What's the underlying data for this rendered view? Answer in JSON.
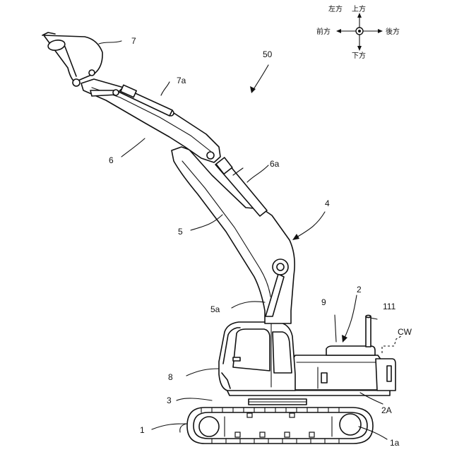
{
  "compass": {
    "left": "左方",
    "up": "上方",
    "front": "前方",
    "back": "後方",
    "down": "下方"
  },
  "labels": {
    "l7": "7",
    "l50": "50",
    "l7a": "7a",
    "l6": "6",
    "l6a": "6a",
    "l4": "4",
    "l5": "5",
    "l5a": "5a",
    "l2": "2",
    "l9": "9",
    "l111": "111",
    "lCW": "CW",
    "l8": "8",
    "l3": "3",
    "l2A": "2A",
    "l1": "1",
    "l1a": "1a"
  }
}
